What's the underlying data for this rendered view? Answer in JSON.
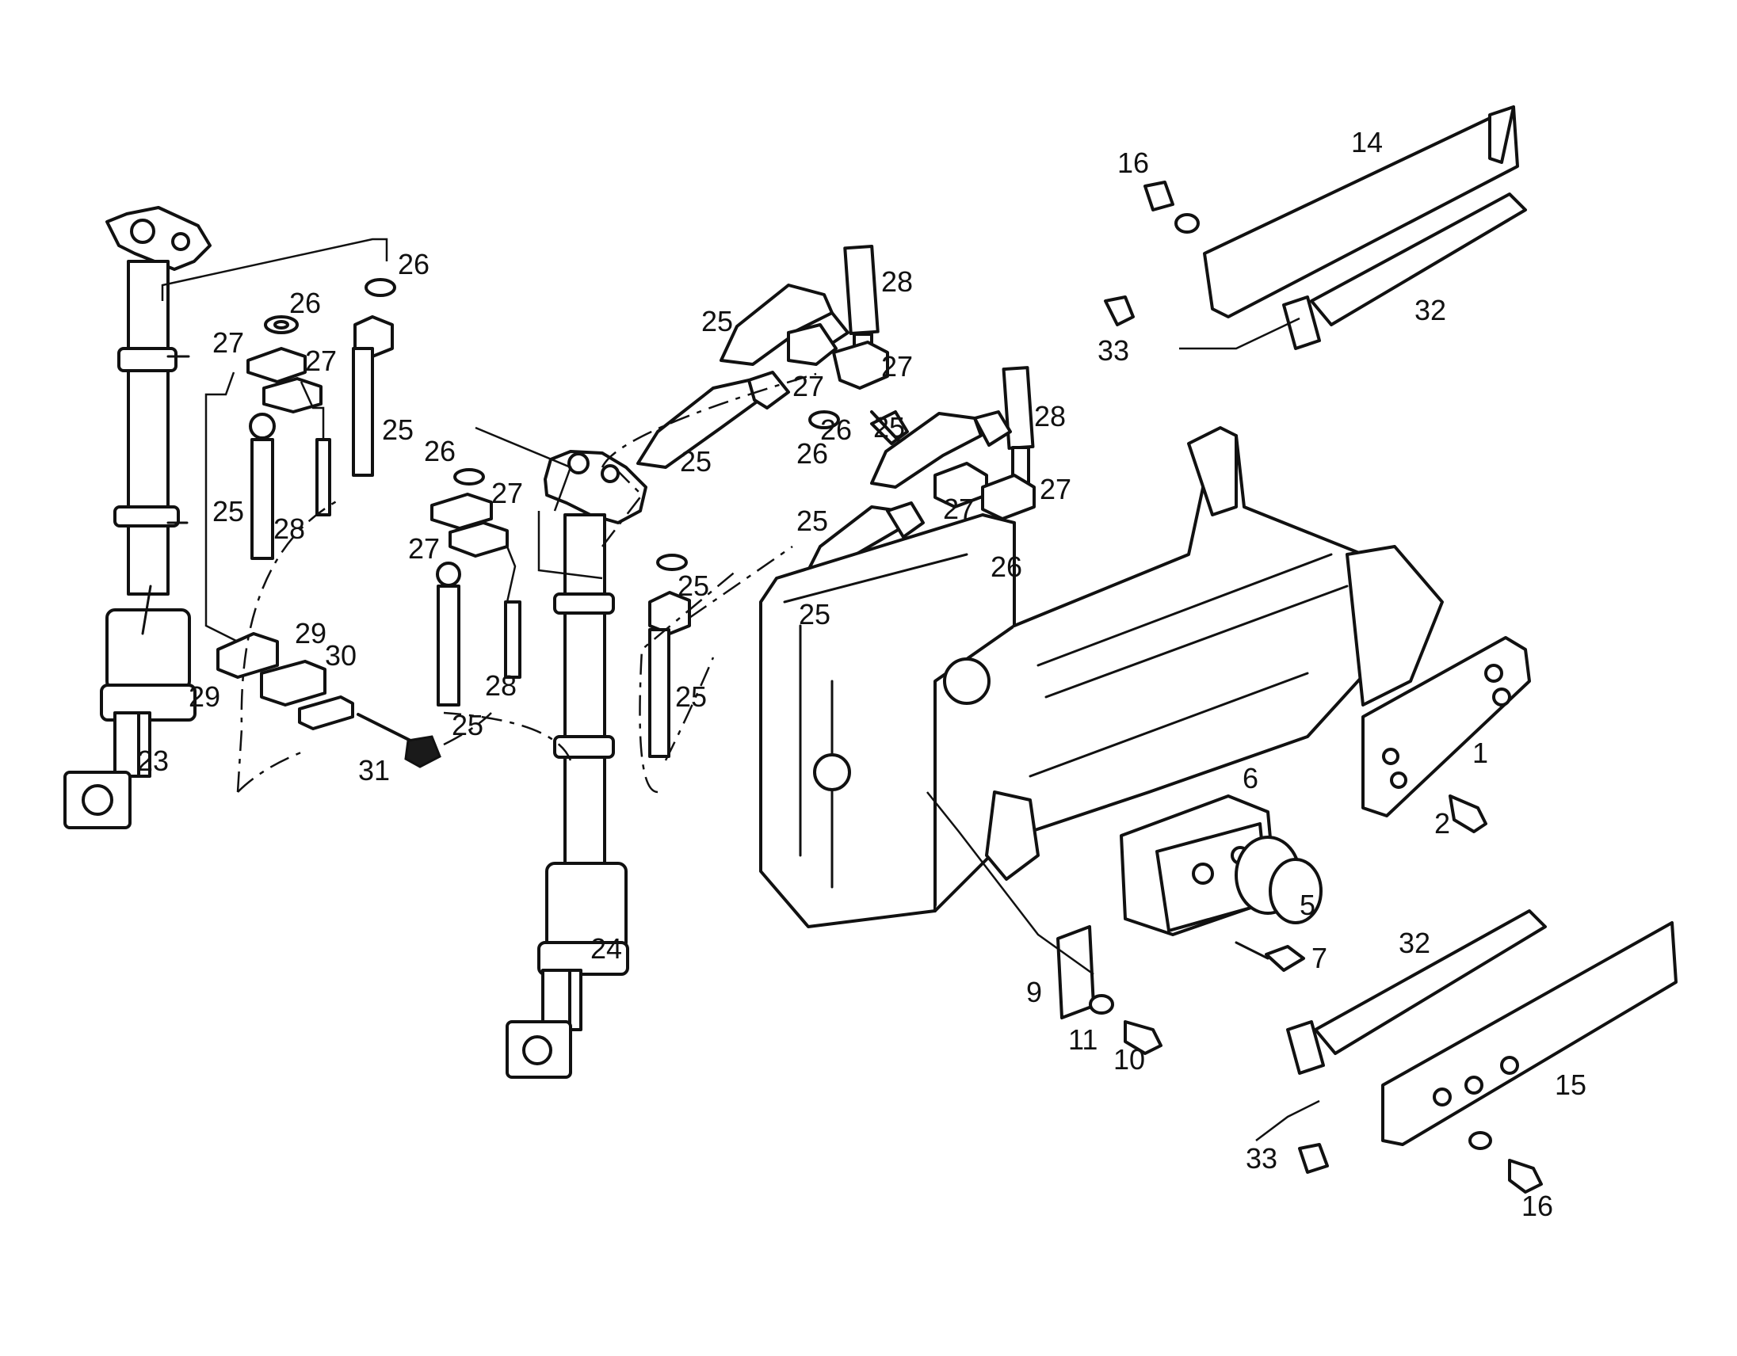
{
  "diagram": {
    "callouts": [
      {
        "id": "c16a",
        "text": "16"
      },
      {
        "id": "c14",
        "text": "14"
      },
      {
        "id": "c32a",
        "text": "32"
      },
      {
        "id": "c33a",
        "text": "33"
      },
      {
        "id": "c26a",
        "text": "26"
      },
      {
        "id": "c26b",
        "text": "26"
      },
      {
        "id": "c27a",
        "text": "27"
      },
      {
        "id": "c27b",
        "text": "27"
      },
      {
        "id": "c25a",
        "text": "25"
      },
      {
        "id": "c25b",
        "text": "25"
      },
      {
        "id": "c28a",
        "text": "28"
      },
      {
        "id": "c29a",
        "text": "29"
      },
      {
        "id": "c29b",
        "text": "29"
      },
      {
        "id": "c30",
        "text": "30"
      },
      {
        "id": "c23",
        "text": "23"
      },
      {
        "id": "c31",
        "text": "31"
      },
      {
        "id": "c26c",
        "text": "26"
      },
      {
        "id": "c27c",
        "text": "27"
      },
      {
        "id": "c27d",
        "text": "27"
      },
      {
        "id": "c28b",
        "text": "28"
      },
      {
        "id": "c25c",
        "text": "25"
      },
      {
        "id": "c24",
        "text": "24"
      },
      {
        "id": "c25d",
        "text": "25"
      },
      {
        "id": "c28c",
        "text": "28"
      },
      {
        "id": "c27e",
        "text": "27"
      },
      {
        "id": "c27f",
        "text": "27"
      },
      {
        "id": "c25e",
        "text": "25"
      },
      {
        "id": "c25f",
        "text": "25"
      },
      {
        "id": "c26d",
        "text": "26"
      },
      {
        "id": "c26e",
        "text": "26"
      },
      {
        "id": "c25g",
        "text": "25"
      },
      {
        "id": "c28d",
        "text": "28"
      },
      {
        "id": "c27g",
        "text": "27"
      },
      {
        "id": "c27h",
        "text": "27"
      },
      {
        "id": "c25h",
        "text": "25"
      },
      {
        "id": "c26f",
        "text": "26"
      },
      {
        "id": "c25i",
        "text": "25"
      },
      {
        "id": "c25j",
        "text": "25"
      },
      {
        "id": "c1",
        "text": "1"
      },
      {
        "id": "c2",
        "text": "2"
      },
      {
        "id": "c6",
        "text": "6"
      },
      {
        "id": "c5",
        "text": "5"
      },
      {
        "id": "c7",
        "text": "7"
      },
      {
        "id": "c9",
        "text": "9"
      },
      {
        "id": "c11",
        "text": "11"
      },
      {
        "id": "c10",
        "text": "10"
      },
      {
        "id": "c32b",
        "text": "32"
      },
      {
        "id": "c15",
        "text": "15"
      },
      {
        "id": "c33b",
        "text": "33"
      },
      {
        "id": "c16b",
        "text": "16"
      }
    ]
  }
}
